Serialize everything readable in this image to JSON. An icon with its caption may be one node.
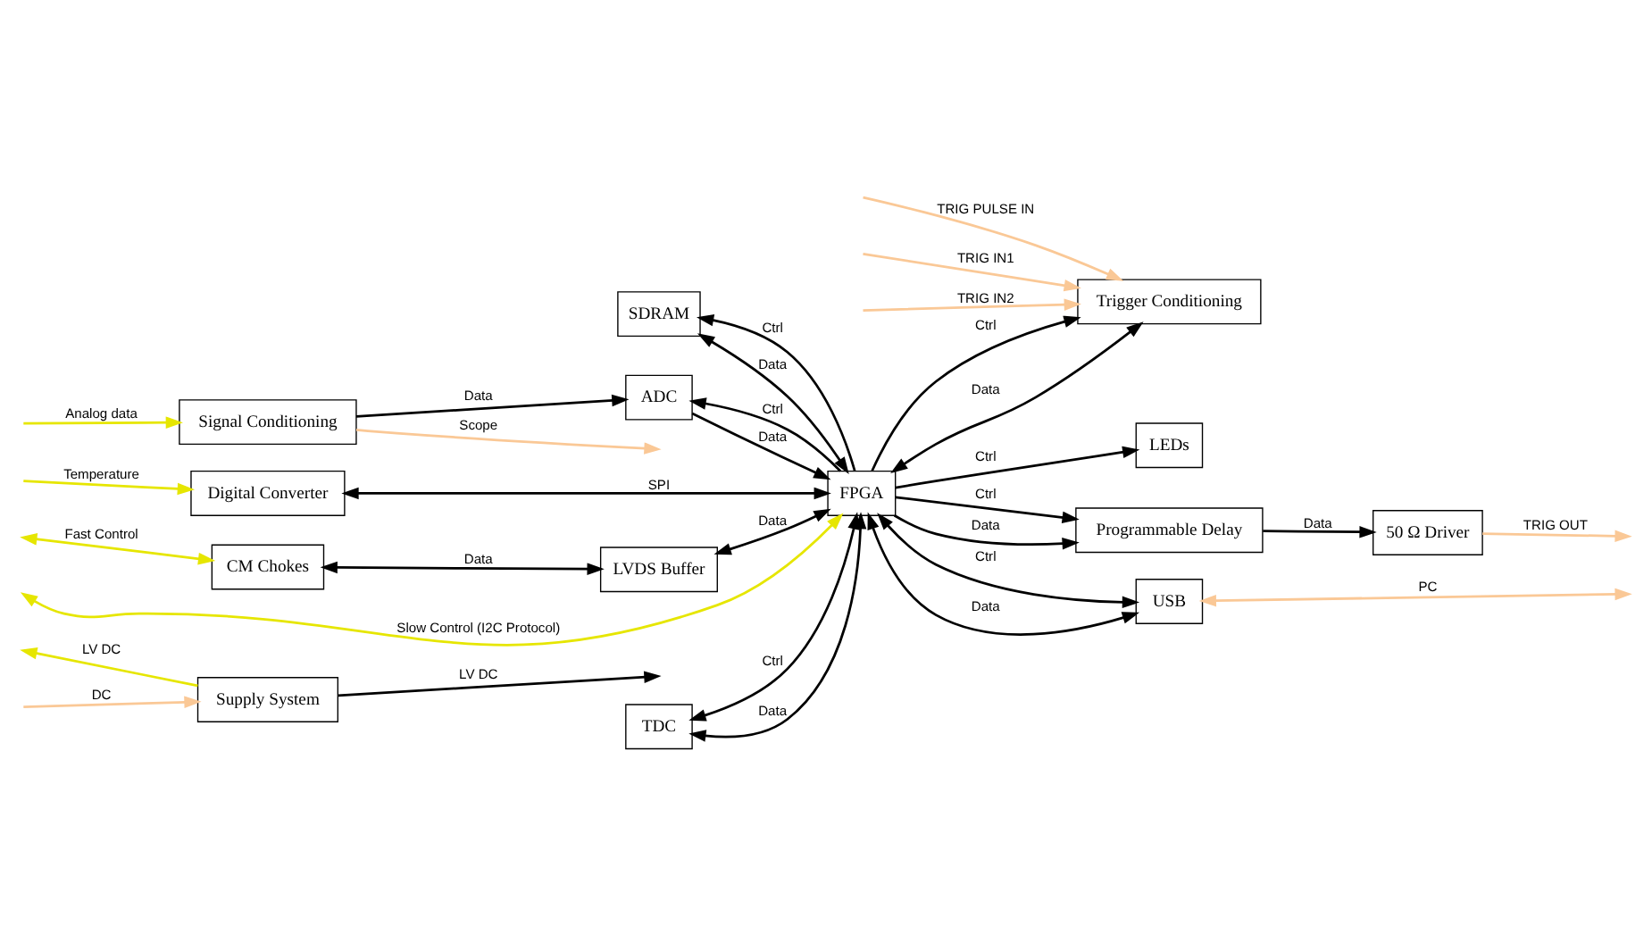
{
  "diagram": {
    "nodes": [
      {
        "text": [
          "Signal Conditioning"
        ]
      },
      {
        "text": [
          "ADC"
        ]
      },
      {
        "text": [
          "SDRAM"
        ]
      },
      {
        "text": [
          "50 Ω Driver"
        ]
      },
      {
        "text": [
          "Digital Converter"
        ]
      },
      {
        "text": [
          "FPGA"
        ]
      },
      {
        "text": [
          "Programmable Delay"
        ]
      },
      {
        "text": [
          "CM Chokes"
        ]
      },
      {
        "text": [
          "LVDS Buffer"
        ]
      },
      {
        "text": [
          "LEDs"
        ]
      },
      {
        "text": [
          "USB"
        ]
      },
      {
        "text": [
          "Supply System"
        ]
      },
      {
        "text": [
          "TDC"
        ]
      },
      {
        "text": [
          "Trigger Conditioning"
        ]
      }
    ],
    "edges": [
      {
        "from": 0,
        "to": null,
        "arrow": "to",
        "label": "Scope",
        "color": "#fac896"
      },
      {
        "from": null,
        "to": 0,
        "arrow": "to",
        "label": "Analog data",
        "color": "#e6e600"
      },
      {
        "from": 0,
        "to": 1,
        "arrow": "to",
        "label": "Data"
      },
      {
        "from": 1,
        "to": 5,
        "arrow": "to",
        "label": "Data"
      },
      {
        "from": 5,
        "to": 1,
        "arrow": "to",
        "label": "Ctrl"
      },
      {
        "from": 2,
        "to": 5,
        "arrow": "both",
        "label": "Data"
      },
      {
        "from": 5,
        "to": 2,
        "arrow": "to",
        "label": "Ctrl"
      },
      {
        "from": 3,
        "to": null,
        "arrow": "to",
        "label": "TRIG OUT",
        "color": "#fac896"
      },
      {
        "from": 6,
        "to": 3,
        "arrow": "to",
        "label": "Data"
      },
      {
        "from": null,
        "to": 4,
        "arrow": "to",
        "label": "Temperature",
        "color": "#e6e600"
      },
      {
        "from": 4,
        "to": 5,
        "arrow": "both",
        "label": "SPI"
      },
      {
        "from": 5,
        "to": 6,
        "arrow": "to",
        "label": "Ctrl"
      },
      {
        "from": 5,
        "to": 6,
        "arrow": "to",
        "label": "Data"
      },
      {
        "from": null,
        "to": 7,
        "arrow": "both",
        "label": "Fast Control",
        "color": "#e6e600"
      },
      {
        "from": 7,
        "to": 8,
        "arrow": "both",
        "label": "Data"
      },
      {
        "from": 8,
        "to": 5,
        "arrow": "both",
        "label": "Data"
      },
      {
        "from": 5,
        "to": 9,
        "arrow": "to",
        "label": "Ctrl"
      },
      {
        "from": null,
        "to": 5,
        "arrow": "both",
        "label": "Slow Control (I2C Protocol)",
        "color": "#e6e600"
      },
      {
        "from": 5,
        "to": 10,
        "arrow": "both",
        "label": "Ctrl"
      },
      {
        "from": 5,
        "to": 10,
        "arrow": "both",
        "label": "Data"
      },
      {
        "from": 10,
        "to": null,
        "arrow": "both",
        "label": "PC",
        "color": "#fac896"
      },
      {
        "from": 12,
        "to": 5,
        "arrow": "both",
        "label": "Data"
      },
      {
        "from": 12,
        "to": 5,
        "arrow": "both",
        "label": "Ctrl"
      },
      {
        "from": 13,
        "to": 5,
        "arrow": "both",
        "label": "Data"
      },
      {
        "from": 5,
        "to": 13,
        "arrow": "to",
        "label": "Ctrl"
      },
      {
        "from": 11,
        "to": null,
        "arrow": "to",
        "label": "LV DC"
      },
      {
        "from": 11,
        "to": null,
        "arrow": "to",
        "label": "LV DC",
        "color": "#e6e600"
      },
      {
        "from": null,
        "to": 11,
        "arrow": "to",
        "label": "DC",
        "color": "#fac896"
      },
      {
        "from": null,
        "to": 13,
        "arrow": "to",
        "label": "TRIG PULSE IN",
        "color": "#fac896"
      },
      {
        "from": null,
        "to": 13,
        "arrow": "to",
        "label": "TRIG IN1",
        "color": "#fac896"
      },
      {
        "from": null,
        "to": 13,
        "arrow": "to",
        "label": "TRIG IN2",
        "color": "#fac896"
      }
    ]
  }
}
